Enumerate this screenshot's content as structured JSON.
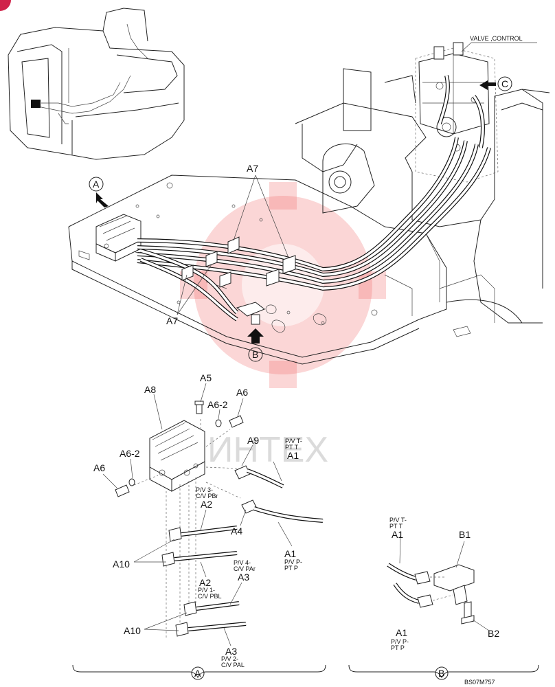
{
  "view_labels": {
    "a": "A",
    "b": "B",
    "c": "C"
  },
  "valve_control_label": "VALVE ,CONTROL",
  "callouts": {
    "a7_top": "A7",
    "a7_bottom": "A7",
    "a8": "A8",
    "a5": "A5",
    "a6_2_top": "A6-2",
    "a6_top": "A6",
    "a9": "A9",
    "a1_top": "A1",
    "a6_2_left": "A6-2",
    "a6_left": "A6",
    "a2_top": "A2",
    "a4": "A4",
    "a10_top": "A10",
    "a1_mid": "A1",
    "a2_bottom": "A2",
    "a3_top": "A3",
    "a10_bottom": "A10",
    "a3_bottom": "A3",
    "b_a1_top": "A1",
    "b1": "B1",
    "b_a1_bottom": "A1",
    "b2": "B2"
  },
  "notes": {
    "pv_t_pt_t_1": "P/V T-",
    "pv_t_pt_t_2": "PT T",
    "pv3_1": "P/V 3-",
    "pv3_2": "C/V PBr",
    "pv_p_1": "P/V P-",
    "pv_p_2": "PT P",
    "pv1_1": "P/V 1-",
    "pv1_2": "C/V PBL",
    "pv4_1": "P/V 4-",
    "pv4_2": "C/V PAr",
    "pv2_1": "P/V 2-",
    "pv2_2": "C/V PAL",
    "b_pv_t_1": "P/V T-",
    "b_pv_t_2": "PT T",
    "b_pv_p_1": "P/V P-",
    "b_pv_p_2": "PT P"
  },
  "section_labels": {
    "a": "A",
    "b": "B"
  },
  "figure_code": "BS07M757",
  "watermark_text": "ИНТЕХ"
}
